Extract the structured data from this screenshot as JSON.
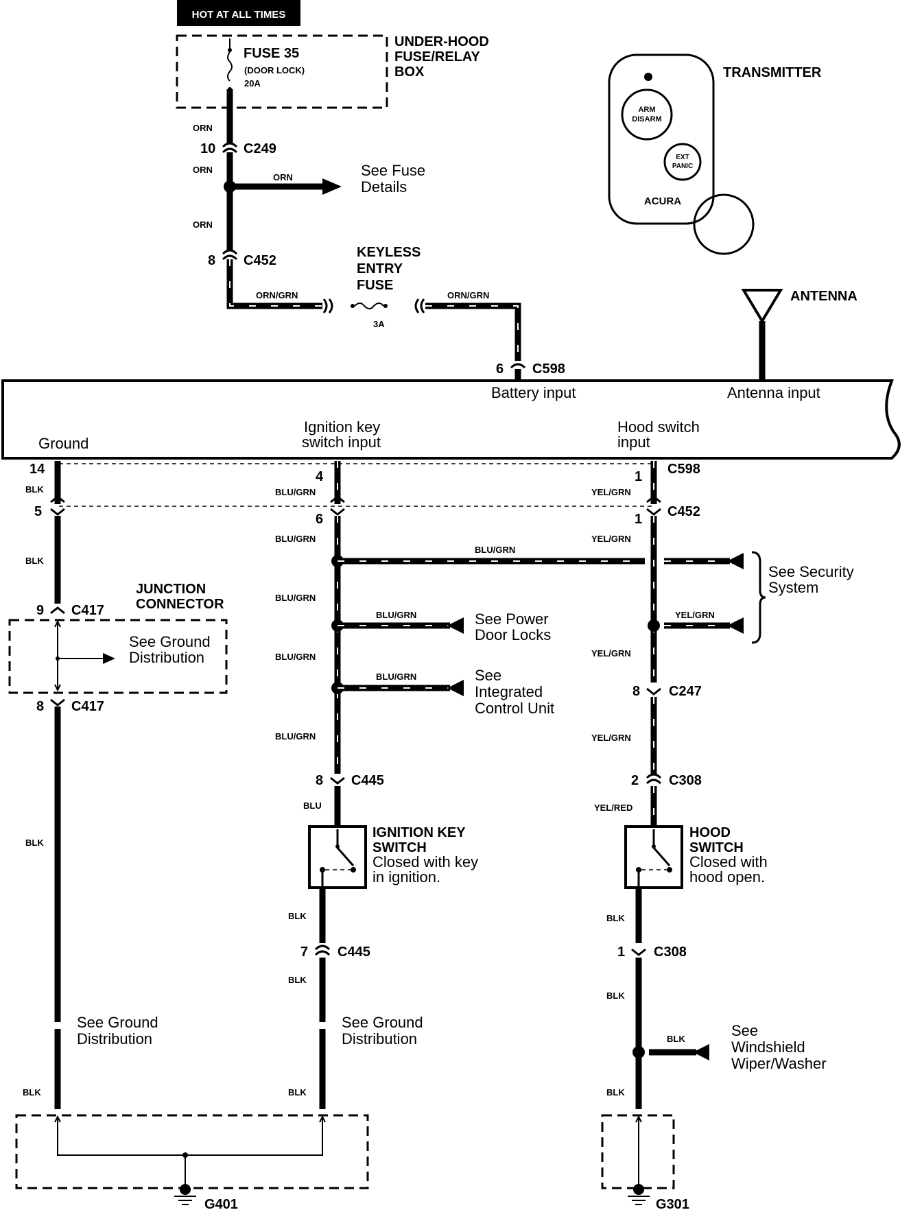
{
  "header": {
    "hot_label": "HOT AT ALL TIMES"
  },
  "fuse_box": {
    "fuse": "FUSE 35",
    "fuse_sub": "(DOOR LOCK)",
    "fuse_rating": "20A",
    "box_line1": "UNDER-HOOD",
    "box_line2": "FUSE/RELAY",
    "box_line3": "BOX"
  },
  "transmitter": {
    "label": "TRANSMITTER",
    "btn1_line1": "ARM",
    "btn1_line2": "DISARM",
    "btn2_line1": "EXT",
    "btn2_line2": "PANIC",
    "brand": "ACURA"
  },
  "antenna": {
    "label": "ANTENNA"
  },
  "wires": {
    "orn": "ORN",
    "orn_grn": "ORN/GRN",
    "blk": "BLK",
    "blu_grn": "BLU/GRN",
    "yel_grn": "YEL/GRN",
    "blu": "BLU",
    "yel_red": "YEL/RED"
  },
  "connectors": {
    "c249": "C249",
    "c249_pin": "10",
    "c452_top": "C452",
    "c452_top_pin": "8",
    "c598": "C598",
    "c598_pin_bat": "6",
    "c598_pins": [
      "14",
      "4",
      "1"
    ],
    "c452_pins": [
      "5",
      "6",
      "1"
    ],
    "c452": "C452",
    "c417_top": "C417",
    "c417_top_pin": "9",
    "c417_bot": "C417",
    "c417_bot_pin": "8",
    "c247": "C247",
    "c247_pin": "8",
    "c445_top": "C445",
    "c445_top_pin": "8",
    "c445_bot": "C445",
    "c445_bot_pin": "7",
    "c308_top": "C308",
    "c308_top_pin": "2",
    "c308_bot": "C308",
    "c308_bot_pin": "1"
  },
  "keyless_fuse": {
    "line1": "KEYLESS",
    "line2": "ENTRY",
    "line3": "FUSE",
    "rating": "3A"
  },
  "refs": {
    "fuse_details_1": "See Fuse",
    "fuse_details_2": "Details",
    "security_1": "See Security",
    "security_2": "System",
    "power_locks_1": "See Power",
    "power_locks_2": "Door Locks",
    "icu_1": "See",
    "icu_2": "Integrated",
    "icu_3": "Control Unit",
    "ground_dist_1": "See Ground",
    "ground_dist_2": "Distribution",
    "wiper_1": "See",
    "wiper_2": "Windshield",
    "wiper_3": "Wiper/Washer"
  },
  "control_unit": {
    "battery_input": "Battery input",
    "antenna_input": "Antenna input",
    "ground": "Ground",
    "ignition_1": "Ignition key",
    "ignition_2": "switch input",
    "hood_1": "Hood switch",
    "hood_2": "input"
  },
  "junction": {
    "line1": "JUNCTION",
    "line2": "CONNECTOR"
  },
  "ignition_switch": {
    "line1": "IGNITION KEY",
    "line2": "SWITCH",
    "line3": "Closed with key",
    "line4": "in ignition."
  },
  "hood_switch": {
    "line1": "HOOD",
    "line2": "SWITCH",
    "line3": "Closed with",
    "line4": "hood open."
  },
  "grounds": {
    "g401": "G401",
    "g301": "G301"
  }
}
